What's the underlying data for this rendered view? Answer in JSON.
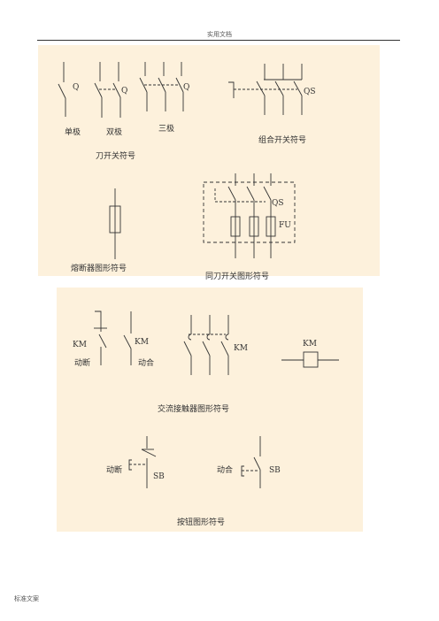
{
  "header": {
    "text": "实用文档"
  },
  "footer": {
    "text": "标准文案"
  },
  "knife_switch": {
    "q1": "Q",
    "q2": "Q",
    "q3": "Q",
    "single": "单极",
    "double": "双极",
    "triple": "三极",
    "caption": "刀开关符号"
  },
  "combo_switch": {
    "label": "QS",
    "caption": "组合开关符号"
  },
  "fuse": {
    "caption": "熔断器图形符号"
  },
  "fuse_switch": {
    "qs": "QS",
    "fu": "FU",
    "caption": "同刀开关图形符号"
  },
  "contactor": {
    "km1": "KM",
    "km2": "KM",
    "km3": "KM",
    "km4": "KM",
    "break_label": "动断",
    "make_label": "动合",
    "caption": "交流接触器图形符号"
  },
  "button": {
    "break_label": "动断",
    "make_label": "动合",
    "sb1": "SB",
    "sb2": "SB",
    "caption": "按钮图形符号"
  }
}
